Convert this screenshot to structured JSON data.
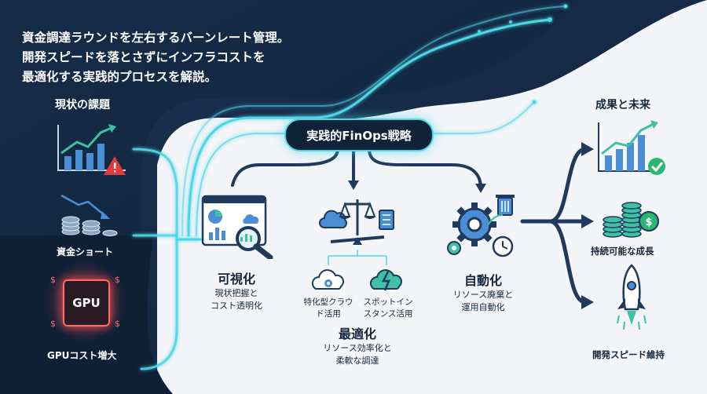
{
  "headline": [
    "資金調達ラウンドを左右するバーンレート管理。",
    "開発スピードを落とさずにインフラコストを",
    "最適化する実践的プロセスを解説。"
  ],
  "left": {
    "title": "現状の課題",
    "items": [
      "資金ショート",
      "GPUコスト増大"
    ],
    "gpu_chip_label": "GPU"
  },
  "center": {
    "title": "実践的FinOps戦略",
    "steps": [
      {
        "title": "可視化",
        "desc": [
          "現状把握と",
          "コスト透明化"
        ]
      },
      {
        "title": "最適化",
        "desc": [
          "リソース効率化と",
          "柔軟な調達"
        ],
        "sub": [
          {
            "label": [
              "特化型クラウ",
              "ド活用"
            ]
          },
          {
            "label": [
              "スポットイン",
              "スタンス活用"
            ]
          }
        ]
      },
      {
        "title": "自動化",
        "desc": [
          "リソース廃棄と",
          "運用自動化"
        ]
      }
    ]
  },
  "right": {
    "title": "成果と未来",
    "items": [
      "持続可能な成長",
      "開発スピード維持"
    ]
  },
  "colors": {
    "navy": "#13263f",
    "cyan": "#4fd6e6",
    "panel": "#f3f5f8",
    "alert": "#e23b3b",
    "green": "#2bb673"
  }
}
